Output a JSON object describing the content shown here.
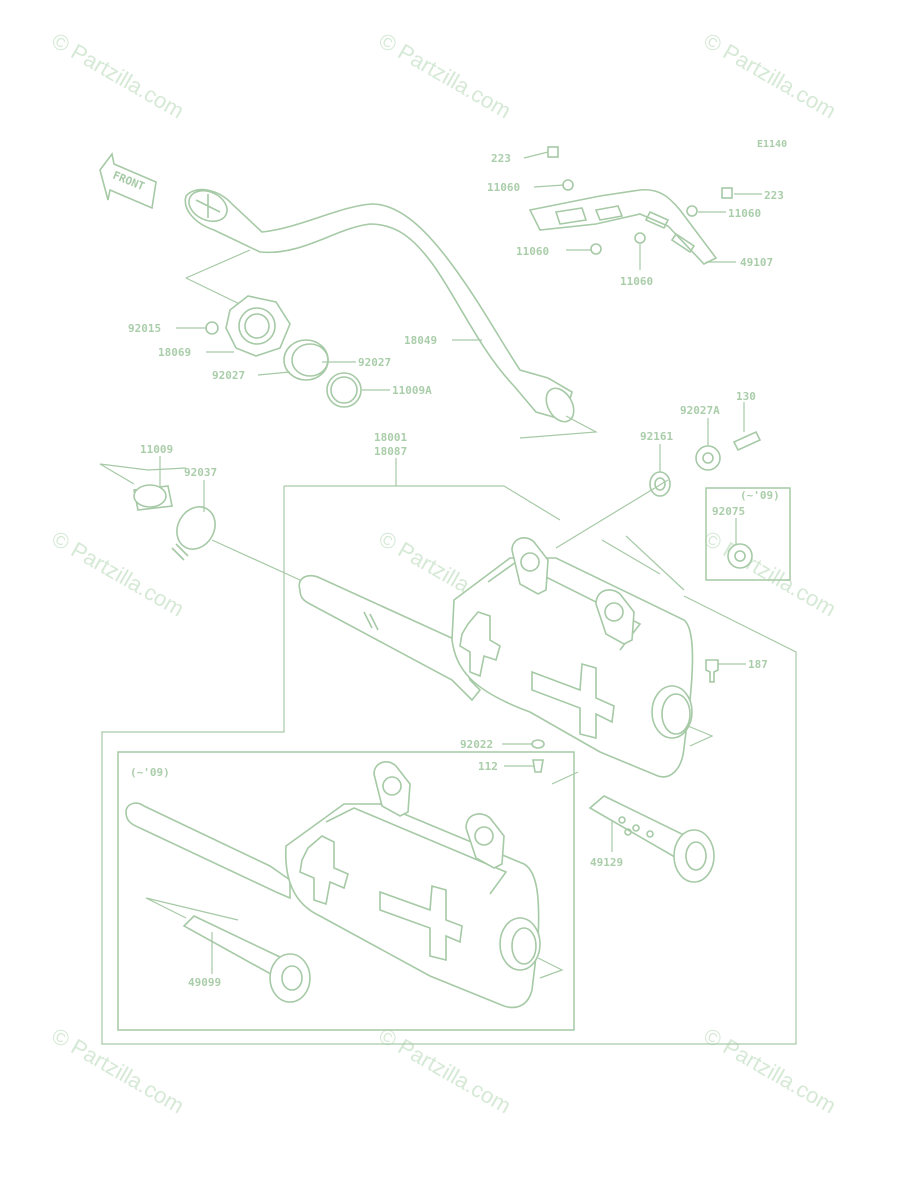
{
  "diagram_code": "E1140",
  "front_arrow": "FRONT",
  "watermark": "© Partzilla.com",
  "variant_note": "(~'09)",
  "parts": {
    "p223a": "223",
    "p223b": "223",
    "p11060a": "11060",
    "p11060b": "11060",
    "p11060c": "11060",
    "p11060d": "11060",
    "p49107": "49107",
    "p92015": "92015",
    "p18069": "18069",
    "p92027a": "92027",
    "p92027b": "92027",
    "p11009A": "11009A",
    "p18049": "18049",
    "p130": "130",
    "p92027A": "92027A",
    "p92161": "92161",
    "p18001": "18001",
    "p18087": "18087",
    "p11009": "11009",
    "p92037": "92037",
    "p92075": "92075",
    "p187": "187",
    "p92022": "92022",
    "p112": "112",
    "p49129": "49129",
    "p49099": "49099"
  }
}
